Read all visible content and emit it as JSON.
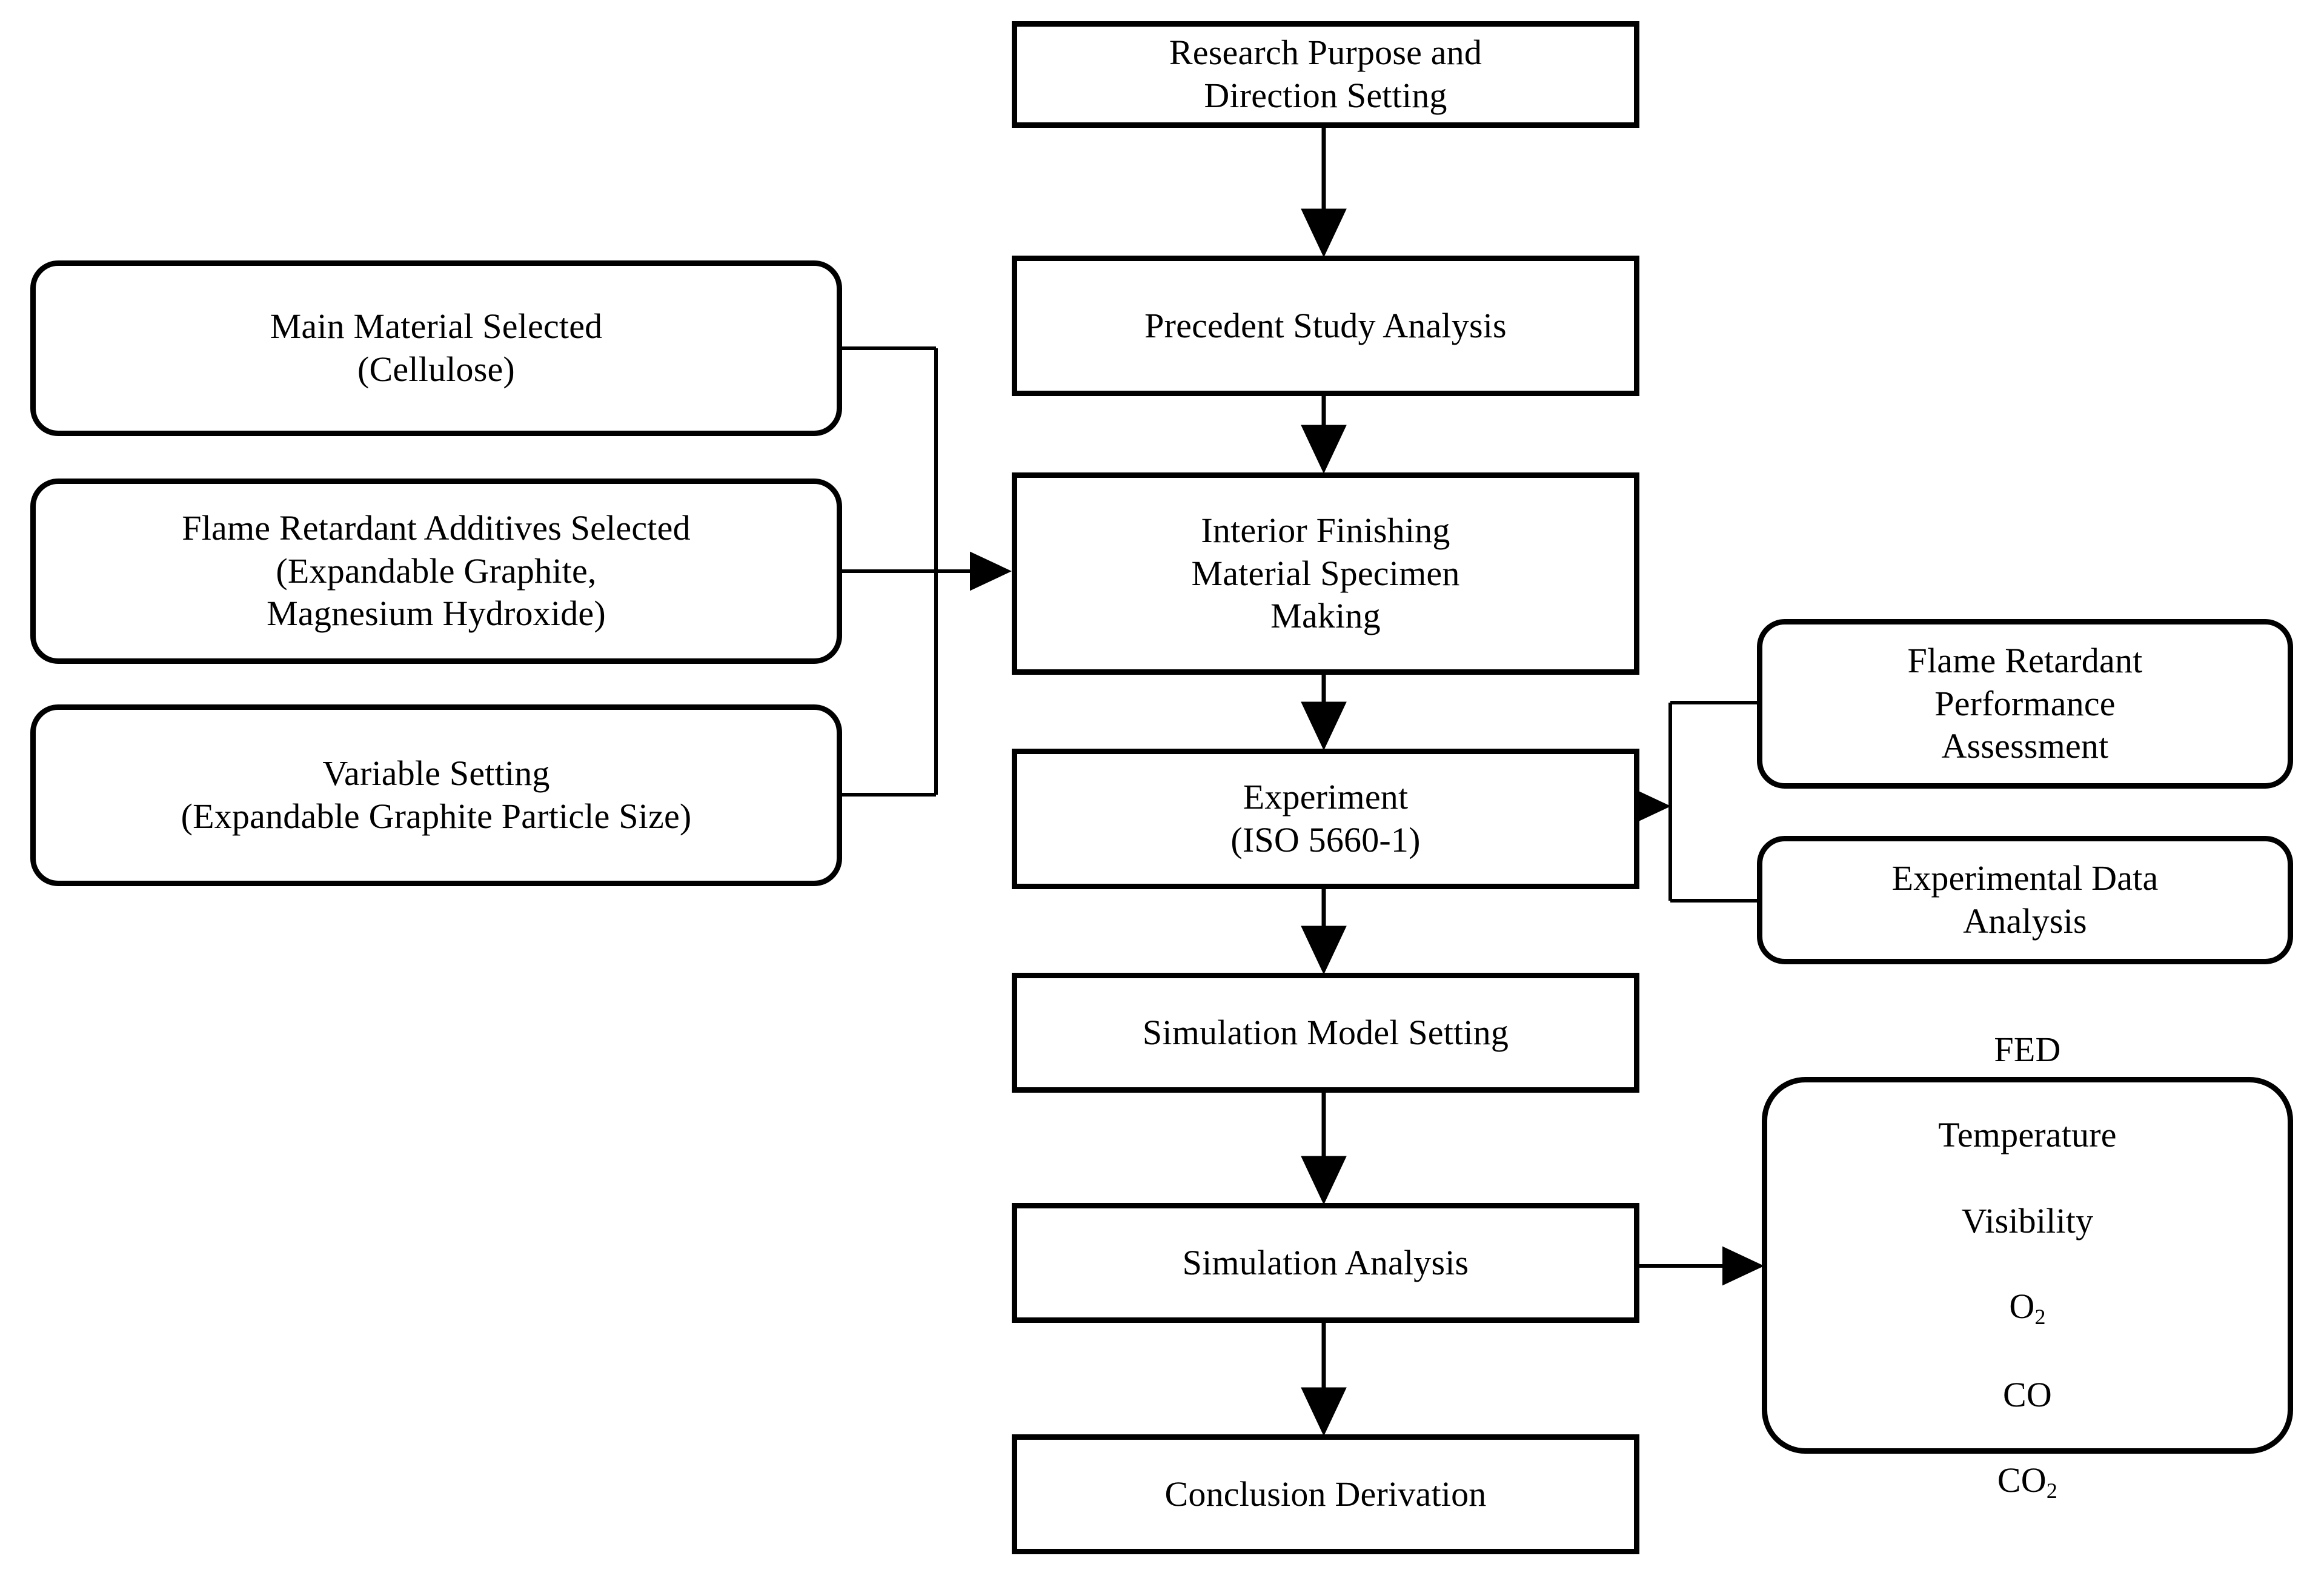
{
  "diagram": {
    "title": "Research Flow Diagram",
    "type": "flowchart",
    "colors": {
      "stroke": "#000000",
      "fill": "#ffffff",
      "text": "#000000"
    },
    "nodes": {
      "research_purpose": "Research Purpose and\nDirection Setting",
      "precedent_study": "Precedent Study Analysis",
      "specimen_making": "Interior Finishing\nMaterial Specimen\nMaking",
      "experiment": "Experiment\n(ISO 5660-1)",
      "simulation_model": "Simulation Model Setting",
      "simulation_analysis": "Simulation Analysis",
      "conclusion": "Conclusion Derivation",
      "main_material": "Main Material Selected\n(Cellulose)",
      "flame_retardant_additives": "Flame Retardant Additives Selected\n(Expandable Graphite,\nMagnesium Hydroxide)",
      "variable_setting": "Variable Setting\n(Expandable Graphite Particle Size)",
      "flame_performance": "Flame Retardant\nPerformance\nAssessment",
      "experimental_data": "Experimental Data\nAnalysis",
      "fed_line1": "FED",
      "fed_line2": "Temperature",
      "fed_line3": "Visibility",
      "fed_line4_base": "O",
      "fed_line4_sub": "2",
      "fed_line5": "CO",
      "fed_line6_base": "CO",
      "fed_line6_sub": "2"
    },
    "edges": [
      {
        "from": "research_purpose",
        "to": "precedent_study",
        "style": "arrow-down"
      },
      {
        "from": "precedent_study",
        "to": "specimen_making",
        "style": "arrow-down"
      },
      {
        "from": "specimen_making",
        "to": "experiment",
        "style": "arrow-down"
      },
      {
        "from": "experiment",
        "to": "simulation_model",
        "style": "arrow-down"
      },
      {
        "from": "simulation_model",
        "to": "simulation_analysis",
        "style": "arrow-down"
      },
      {
        "from": "simulation_analysis",
        "to": "conclusion",
        "style": "arrow-down"
      },
      {
        "from": "main_material",
        "to": "specimen_making",
        "style": "bus-right-arrow"
      },
      {
        "from": "flame_retardant_additives",
        "to": "specimen_making",
        "style": "bus-right-arrow"
      },
      {
        "from": "variable_setting",
        "to": "specimen_making",
        "style": "bus-right-arrow"
      },
      {
        "from": "experiment",
        "to": "flame_performance",
        "style": "right-bus-split"
      },
      {
        "from": "experiment",
        "to": "experimental_data",
        "style": "right-bus-split"
      },
      {
        "from": "simulation_analysis",
        "to": "fed_outputs",
        "style": "arrow-right"
      }
    ]
  }
}
